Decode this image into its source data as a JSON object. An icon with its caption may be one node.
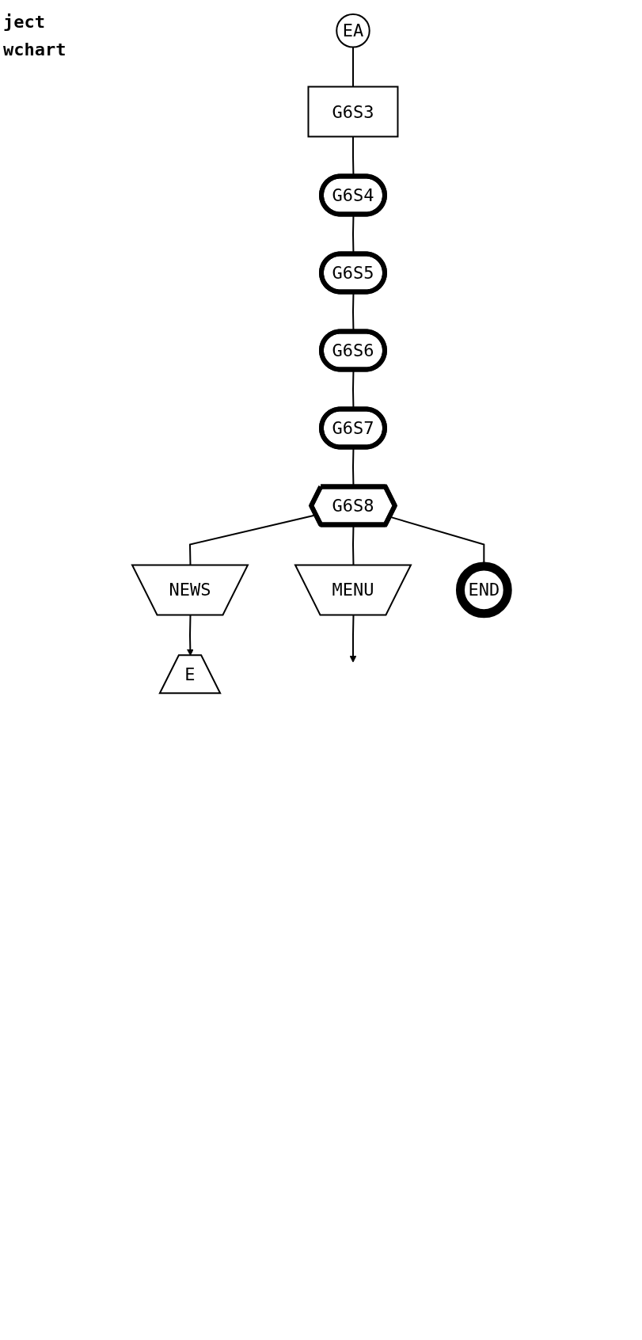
{
  "diagram": {
    "nodes": [
      {
        "text": [
          "EA"
        ]
      },
      {
        "text": [
          "G6S3"
        ]
      },
      {
        "text": [
          "G6S4"
        ]
      },
      {
        "text": [
          "G6S5"
        ]
      },
      {
        "text": [
          "G6S6"
        ]
      },
      {
        "text": [
          "G6S7"
        ]
      },
      {
        "text": [
          "G6S8"
        ]
      },
      {
        "text": [
          "NEWS"
        ]
      },
      {
        "text": [
          "MENU"
        ]
      },
      {
        "text": [
          "END"
        ]
      },
      {
        "text": [
          "E"
        ]
      }
    ],
    "edges": [
      {
        "from": 0,
        "to": 1,
        "arrow": "none"
      },
      {
        "from": 1,
        "to": 2,
        "arrow": "none"
      },
      {
        "from": 2,
        "to": 3,
        "arrow": "none"
      },
      {
        "from": 3,
        "to": 4,
        "arrow": "none"
      },
      {
        "from": 4,
        "to": 5,
        "arrow": "none"
      },
      {
        "from": 5,
        "to": 6,
        "arrow": "none"
      },
      {
        "from": 6,
        "to": 7,
        "arrow": "none"
      },
      {
        "from": 6,
        "to": 8,
        "arrow": "none"
      },
      {
        "from": 6,
        "to": 9,
        "arrow": "none"
      },
      {
        "from": 7,
        "to": 10,
        "arrow": "to"
      },
      {
        "from": 8,
        "to": null,
        "arrow": "to"
      }
    ],
    "labels": [
      "ject",
      "wchart"
    ]
  }
}
